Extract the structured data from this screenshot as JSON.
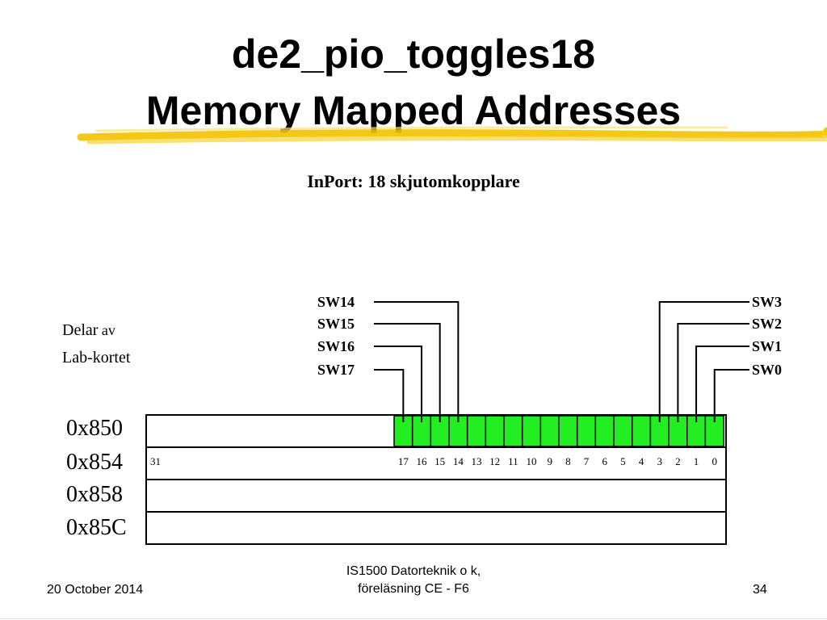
{
  "slide": {
    "title_line1": "de2_pio_toggles18",
    "title_line2": "Memory Mapped Addresses",
    "subtitle": "InPort: 18 skjutomkopplare",
    "note_line1_a": "Delar",
    "note_line1_b": " av",
    "note_line2": "Lab-kortet"
  },
  "addresses": [
    "0x850",
    "0x854",
    "0x858",
    "0x85C"
  ],
  "switches_left": [
    "SW14",
    "SW15",
    "SW16",
    "SW17"
  ],
  "switches_right": [
    "SW3",
    "SW2",
    "SW1",
    "SW0"
  ],
  "bit_labels": {
    "msb": "31",
    "bits": [
      "17",
      "16",
      "15",
      "14",
      "13",
      "12",
      "11",
      "10",
      "9",
      "8",
      "7",
      "6",
      "5",
      "4",
      "3",
      "2",
      "1",
      "0"
    ]
  },
  "colors": {
    "switch_bit_fill": "#22ee22",
    "highlight_stroke": "#f2c200",
    "line": "#000000"
  },
  "footer": {
    "date": "20 October 2014",
    "course_line1": "IS1500 Datorteknik o k,",
    "course_line2": "föreläsning CE - F6",
    "page": "34"
  }
}
